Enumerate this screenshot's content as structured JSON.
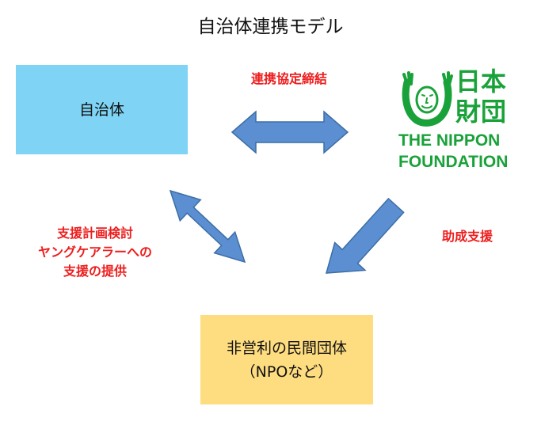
{
  "title": "自治体連携モデル",
  "nodes": {
    "municipality": "自治体",
    "npo_line1": "非営利の民間団体",
    "npo_line2": "（NPOなど）"
  },
  "labels": {
    "agreement": "連携協定締結",
    "support_plan_line1": "支援計画検討",
    "support_plan_line2": "ヤングケアラーへの",
    "support_plan_line3": "支援の提供",
    "grant": "助成支援"
  },
  "logo": {
    "kanji_line1": "日本",
    "kanji_line2": "財団",
    "en_line1": "THE NIPPON",
    "en_line2": "FOUNDATION",
    "icon": "nippon-foundation-mark-icon"
  },
  "colors": {
    "arrow_fill": "#5b8fd1",
    "arrow_stroke": "#3c6ea6",
    "municipality_box": "#7fd4f5",
    "npo_box": "#fedc80",
    "label_red": "#ee1d1d",
    "logo_green": "#1aa23a"
  }
}
